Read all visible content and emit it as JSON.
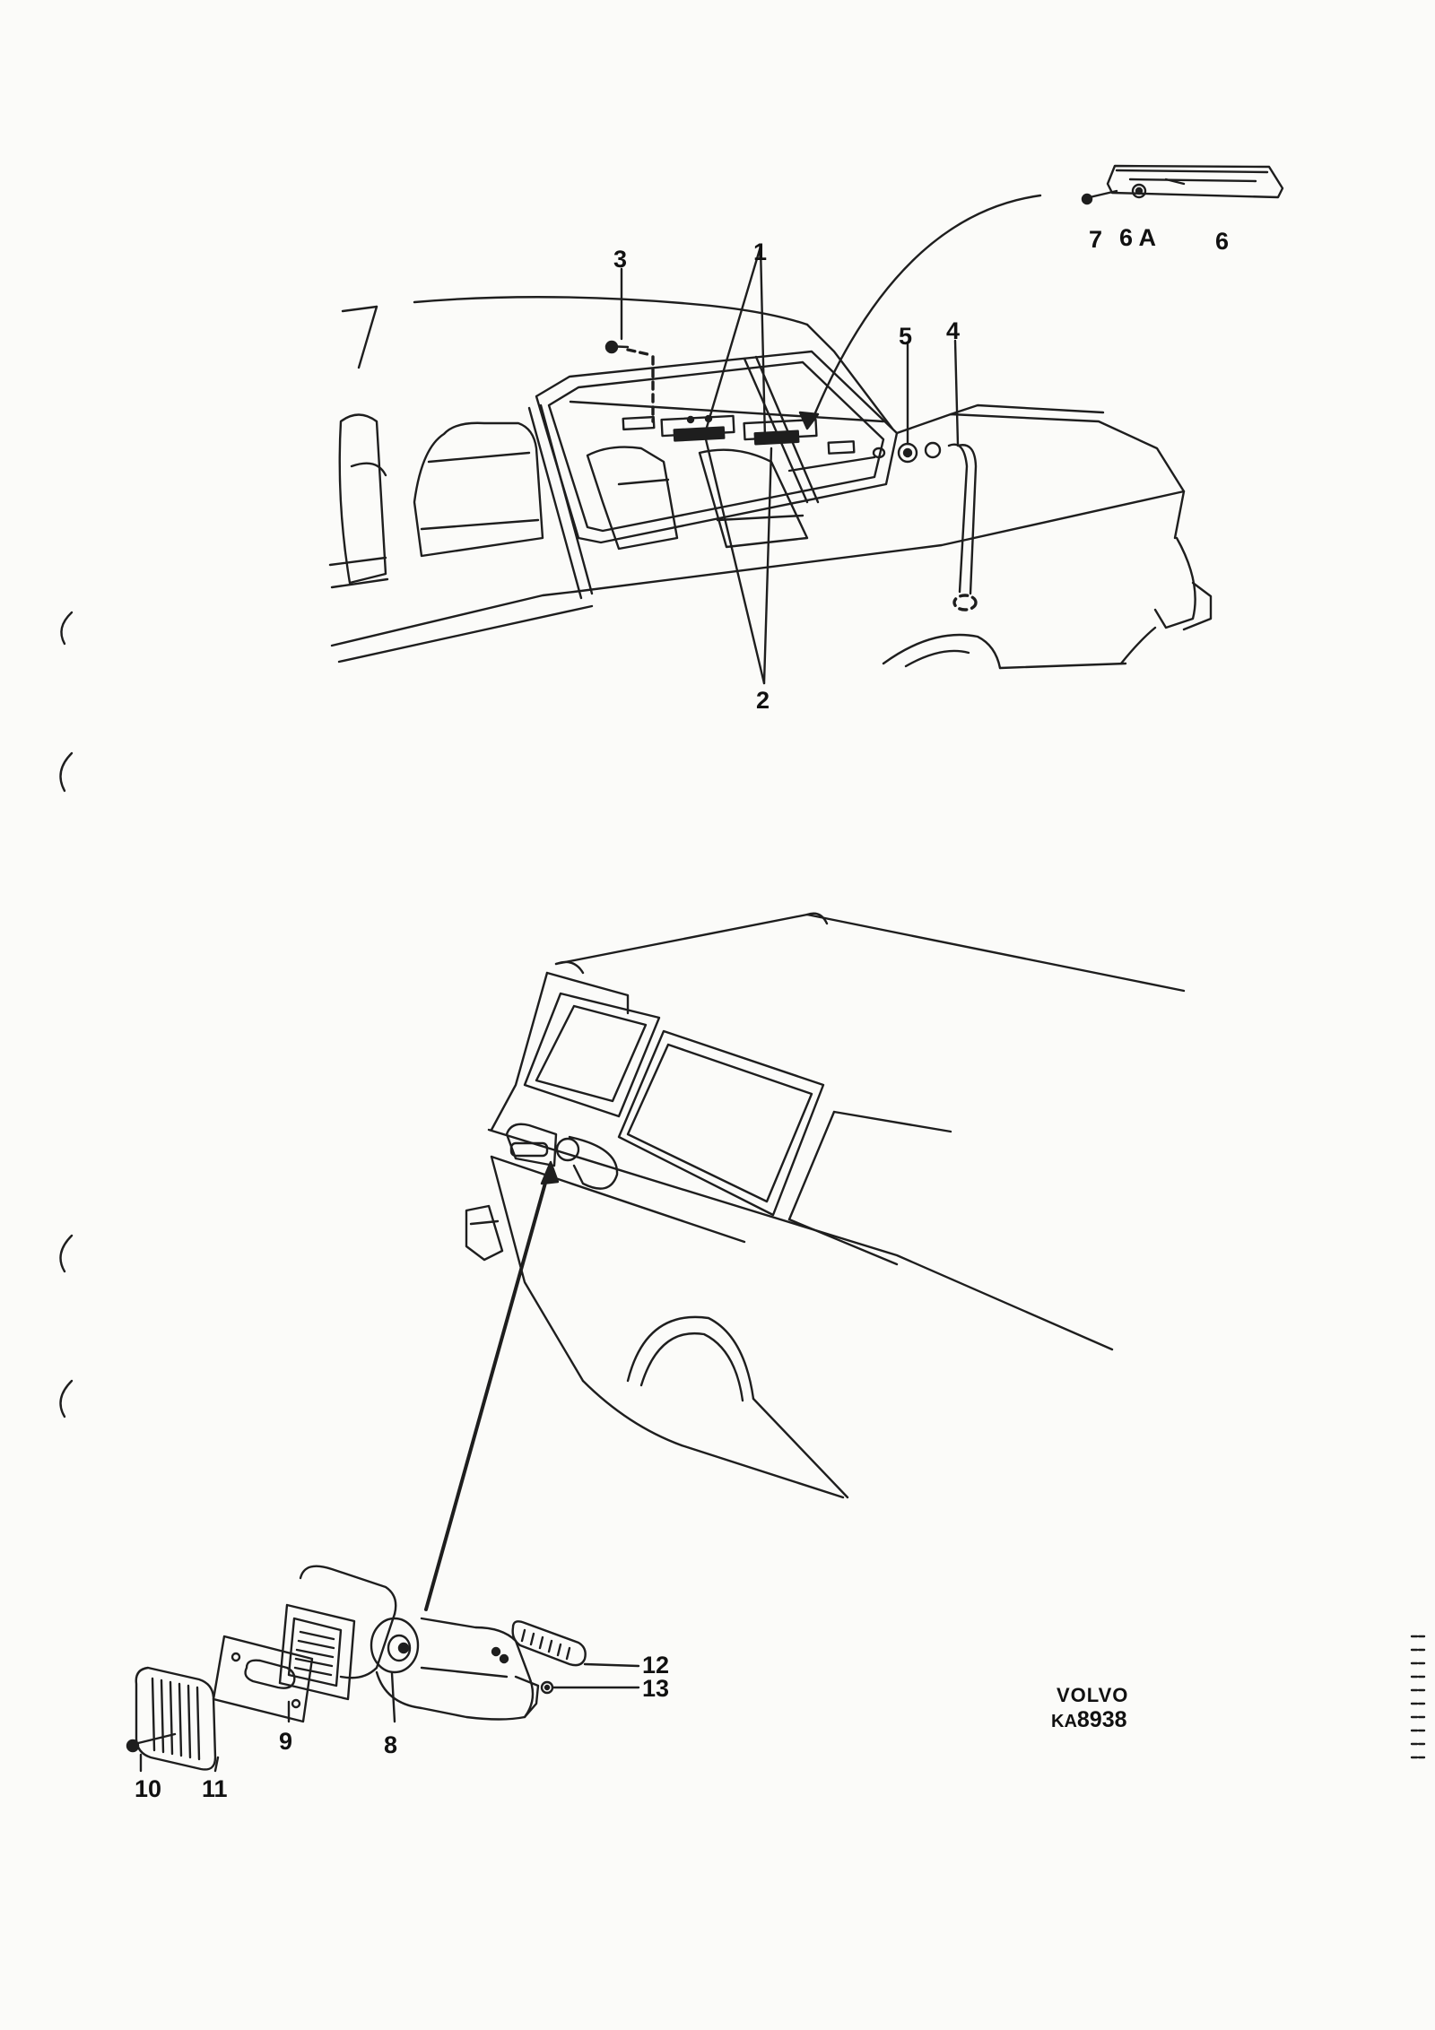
{
  "callouts": {
    "c1": "1",
    "c2": "2",
    "c3": "3",
    "c4": "4",
    "c5": "5",
    "c6": "6",
    "c6a": "6 A",
    "c7": "7",
    "c8": "8",
    "c9": "9",
    "c10": "10",
    "c11": "11",
    "c12": "12",
    "c13": "13"
  },
  "stamp": {
    "brand": "VOLVO",
    "code_prefix": "KA",
    "code_number": "8938"
  }
}
